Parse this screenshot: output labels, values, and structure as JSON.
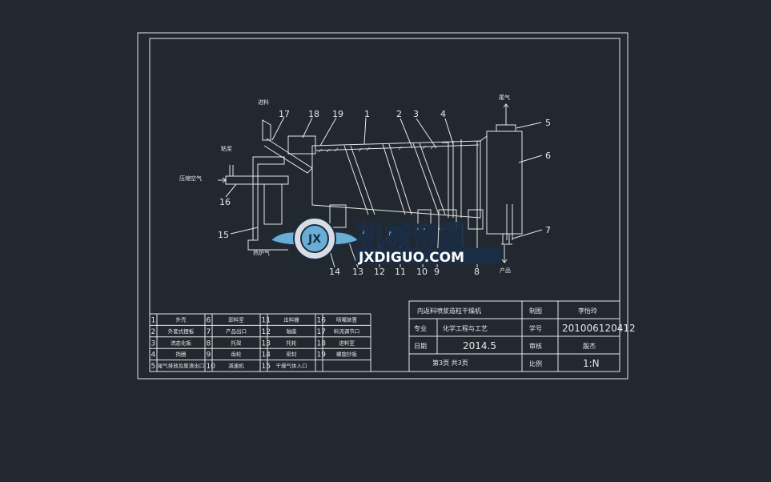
{
  "drawing": {
    "top_labels": {
      "feed": "进料",
      "exhaust": "尾气",
      "binder": "粘浆",
      "compressed_air": "压缩空气",
      "hot_air": "热炉气",
      "product": "产品"
    },
    "callouts": [
      "1",
      "2",
      "3",
      "4",
      "5",
      "6",
      "7",
      "8",
      "9",
      "10",
      "11",
      "12",
      "13",
      "14",
      "15",
      "16",
      "17",
      "18",
      "19"
    ]
  },
  "parts_table": {
    "rows": [
      [
        {
          "no": "1",
          "name": "外壳"
        },
        {
          "no": "6",
          "name": "卸料室"
        },
        {
          "no": "11",
          "name": "出料栅"
        },
        {
          "no": "16",
          "name": "喷嘴装置"
        }
      ],
      [
        {
          "no": "2",
          "name": "外套式摆板"
        },
        {
          "no": "7",
          "name": "产品出口"
        },
        {
          "no": "12",
          "name": "轴座"
        },
        {
          "no": "17",
          "name": "料流调节口"
        }
      ],
      [
        {
          "no": "3",
          "name": "流态化板"
        },
        {
          "no": "8",
          "name": "托架"
        },
        {
          "no": "13",
          "name": "托轮"
        },
        {
          "no": "18",
          "name": "进料室"
        }
      ],
      [
        {
          "no": "4",
          "name": "挡圈"
        },
        {
          "no": "9",
          "name": "齿轮"
        },
        {
          "no": "14",
          "name": "密封"
        },
        {
          "no": "19",
          "name": "螺旋抄板"
        }
      ],
      [
        {
          "no": "5",
          "name": "尾气排放及废渣出口"
        },
        {
          "no": "10",
          "name": "减速机"
        },
        {
          "no": "15",
          "name": "干燥气体入口"
        },
        {
          "no": "",
          "name": ""
        }
      ]
    ]
  },
  "title_block": {
    "title": "内返料喷浆造粒干燥机",
    "drawn_label": "制图",
    "drawn_value": "李怡玲",
    "major_label": "专业",
    "major_value": "化学工程与工艺",
    "id_label": "学号",
    "id_value": "201006120412",
    "date_label": "日期",
    "date_value": "2014.5",
    "review_label": "审核",
    "review_value": "殷杰",
    "page_info": "第3页  共3页",
    "scale_label": "比例",
    "scale_value": "1:N"
  },
  "watermark": {
    "cn": "机械帝国",
    "en": "JXDIGUO.COM",
    "badge": "JX"
  },
  "colors": {
    "background": "#212830",
    "line": "#e8e8e8",
    "watermark_blue": "#6aaed6",
    "watermark_dark": "#1b2d44"
  }
}
